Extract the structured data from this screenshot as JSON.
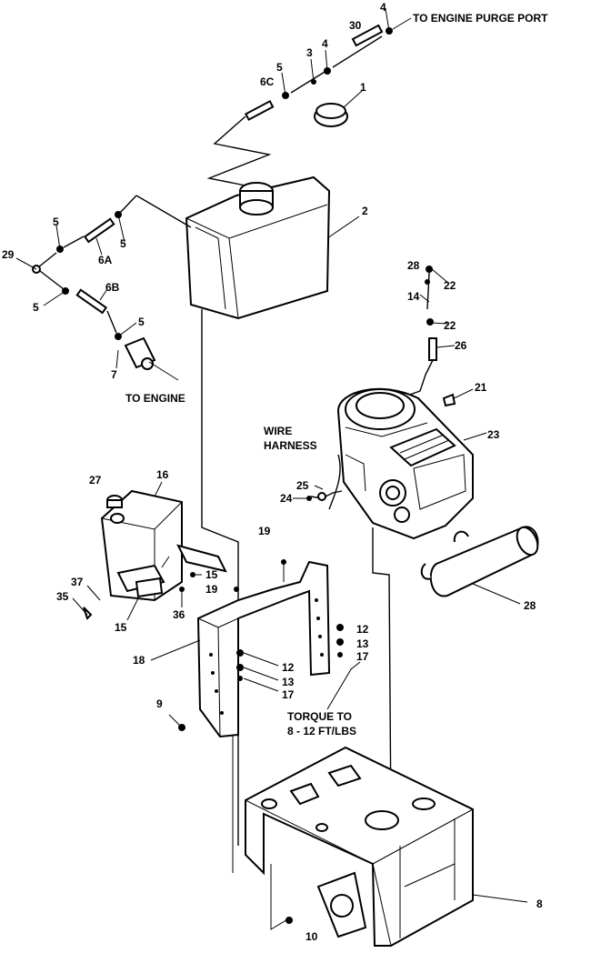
{
  "notes": {
    "purge": "TO ENGINE PURGE PORT",
    "engine": "TO ENGINE",
    "wire1": "WIRE",
    "wire2": "HARNESS",
    "torque1": "TORQUE TO",
    "torque2": "8 - 12 FT/LBS"
  },
  "callouts": {
    "c30": "30",
    "c4a": "4",
    "c4b": "4",
    "c3": "3",
    "c5a": "5",
    "c6c": "6C",
    "c1": "1",
    "c2": "2",
    "c5b": "5",
    "c5c": "5",
    "c6a": "6A",
    "c29": "29",
    "c5d": "5",
    "c6b": "6B",
    "c5e": "5",
    "c7": "7",
    "c28top": "28",
    "c22a": "22",
    "c14": "14",
    "c22b": "22",
    "c26": "26",
    "c21": "21",
    "c23": "23",
    "c25": "25",
    "c24": "24",
    "c27": "27",
    "c16": "16",
    "c19a": "19",
    "c15a": "15",
    "c19b": "19",
    "c37": "37",
    "c35": "35",
    "c15b": "15",
    "c36": "36",
    "c12a": "12",
    "c13a": "13",
    "c17a": "17",
    "c18": "18",
    "c12b": "12",
    "c13b": "13",
    "c17b": "17",
    "c9": "9",
    "c28": "28",
    "c8": "8",
    "c10": "10"
  }
}
